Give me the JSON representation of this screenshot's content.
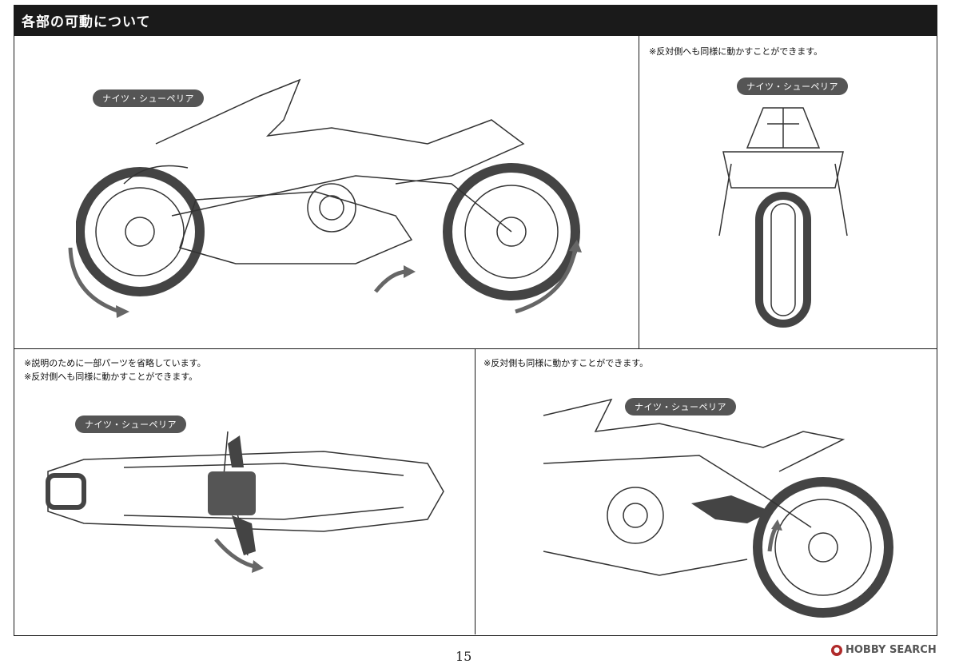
{
  "header": {
    "title": "各部の可動について"
  },
  "panels": {
    "top_left": {
      "label": "ナイツ・シューペリア"
    },
    "top_right": {
      "note": "※反対側へも同様に動かすことができます。",
      "label": "ナイツ・シューペリア"
    },
    "bottom_left": {
      "note1": "※説明のために一部パーツを省略しています。",
      "note2": "※反対側へも同様に動かすことができます。",
      "label": "ナイツ・シューペリア"
    },
    "bottom_right": {
      "note": "※反対側も同様に動かすことができます。",
      "label": "ナイツ・シューペリア"
    }
  },
  "footer": {
    "page": "15",
    "watermark": "HOBBY SEARCH"
  }
}
